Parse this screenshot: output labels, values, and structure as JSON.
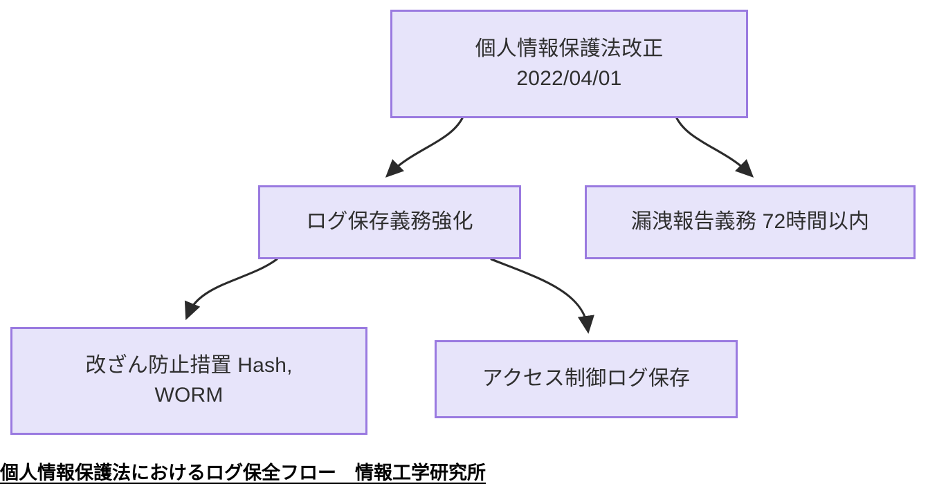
{
  "diagram": {
    "type": "flowchart",
    "direction": "top-down",
    "theme": {
      "node_fill": "#e7e4fa",
      "node_border": "#9a7ae0",
      "node_text": "#2f2f2f",
      "edge_color": "#2b2b2b",
      "background": "#ffffff",
      "caption_color": "#000000"
    },
    "nodes": [
      {
        "id": "root",
        "label": "個人情報保護法改正\n2022/04/01",
        "level": 0
      },
      {
        "id": "log_retention",
        "label": "ログ保存義務強化",
        "level": 1
      },
      {
        "id": "breach_report",
        "label": "漏洩報告義務 72時間以内",
        "level": 1
      },
      {
        "id": "tamper_proof",
        "label": "改ざん防止措置 Hash,\nWORM",
        "level": 2
      },
      {
        "id": "access_log",
        "label": "アクセス制御ログ保存",
        "level": 2
      }
    ],
    "edges": [
      {
        "id": "e1",
        "from": "root",
        "to": "log_retention",
        "style": "curved-arrow"
      },
      {
        "id": "e2",
        "from": "root",
        "to": "breach_report",
        "style": "curved-arrow"
      },
      {
        "id": "e3",
        "from": "log_retention",
        "to": "tamper_proof",
        "style": "curved-arrow"
      },
      {
        "id": "e4",
        "from": "log_retention",
        "to": "access_log",
        "style": "curved-arrow"
      }
    ]
  },
  "caption": {
    "text": "個人情報保護法におけるログ保全フロー　情報工学研究所"
  }
}
